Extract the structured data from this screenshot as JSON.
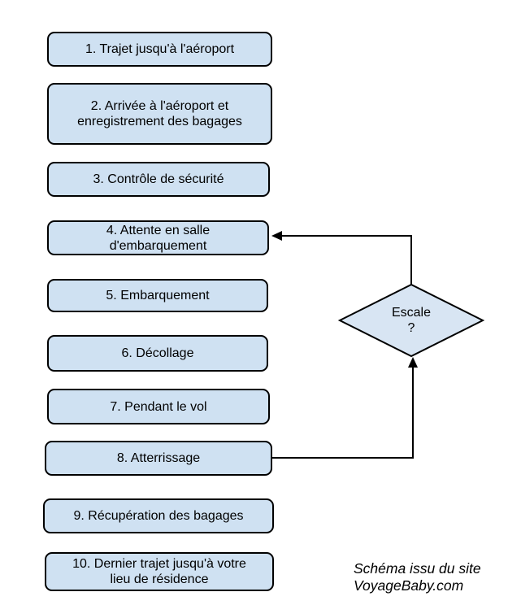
{
  "colors": {
    "background": "#ffffff",
    "box_fill": "#cfe1f2",
    "diamond_fill": "#d8e5f3",
    "line_color": "#000000",
    "text_color": "#000000"
  },
  "steps": [
    {
      "label": "1. Trajet jusqu'à l'aéroport"
    },
    {
      "label": "2. Arrivée à l'aéroport et\nenregistrement des bagages"
    },
    {
      "label": "3. Contrôle de sécurité"
    },
    {
      "label": "4. Attente en salle\nd'embarquement"
    },
    {
      "label": "5. Embarquement"
    },
    {
      "label": "6. Décollage"
    },
    {
      "label": "7. Pendant le vol"
    },
    {
      "label": "8. Atterrissage"
    },
    {
      "label": "9. Récupération des bagages"
    },
    {
      "label": "10. Dernier trajet jusqu'à votre\nlieu de résidence"
    }
  ],
  "decision": {
    "label": "Escale\n?"
  },
  "attribution": {
    "text": "Schéma issu du site\nVoyageBaby.com"
  }
}
